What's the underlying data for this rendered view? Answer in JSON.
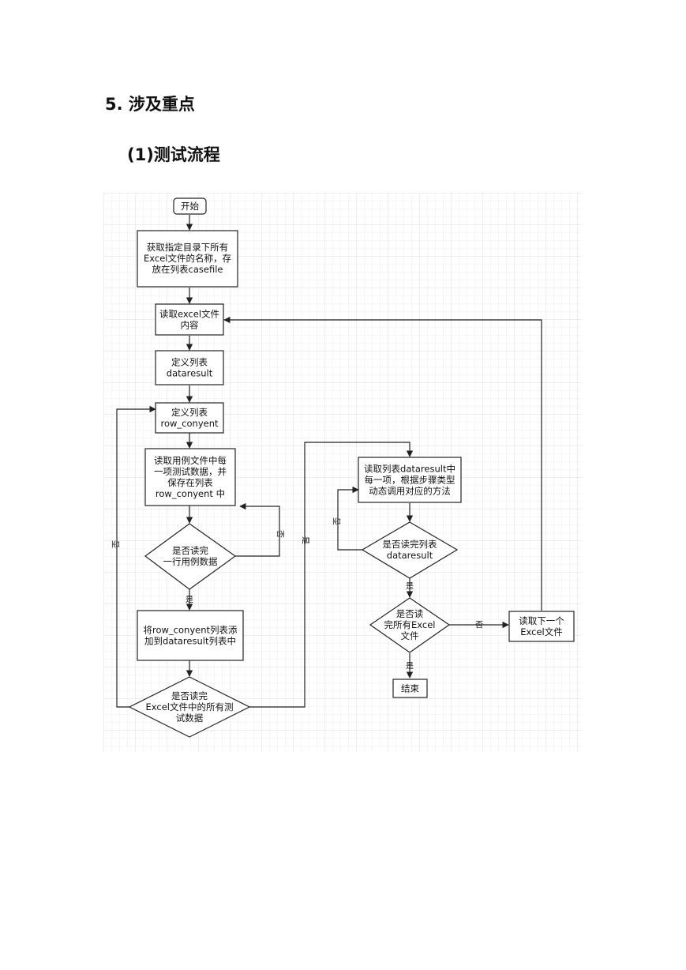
{
  "heading": {
    "section": "5. 涉及重点",
    "subsection": "(1)测试流程"
  },
  "flowchart": {
    "nodes": {
      "start": [
        "开始"
      ],
      "get_files": [
        "获取指定目录下所有",
        "Excel文件的名称，存",
        "放在列表casefile"
      ],
      "read_excel": [
        "读取excel文件",
        "内容"
      ],
      "def_dataresult": [
        "定义列表",
        "dataresult"
      ],
      "def_row": [
        "定义列表",
        "row_conyent"
      ],
      "read_case": [
        "读取用例文件中每",
        "一项测试数据，并",
        "保存在列表",
        "row_conyent 中"
      ],
      "row_done": [
        "是否读完",
        "一行用例数据"
      ],
      "append": [
        "将row_conyent列表添",
        "加到dataresult列表中"
      ],
      "excel_done": [
        "是否读完",
        "Excel文件中的所有测",
        "试数据"
      ],
      "read_item": [
        "读取列表dataresult中",
        "每一项，根据步骤类型",
        "动态调用对应的方法"
      ],
      "list_done": [
        "是否读完列表",
        "dataresult"
      ],
      "all_done": [
        "是否读",
        "完所有Excel",
        "文件"
      ],
      "next_file": [
        "读取下一个",
        "Excel文件"
      ],
      "end": [
        "结束"
      ]
    },
    "edge_labels": {
      "row_no": "否",
      "row_yes": "是",
      "excel_no": "否",
      "excel_yes": "是",
      "list_no": "否",
      "list_yes": "是",
      "all_no": "否",
      "all_yes": "是"
    }
  }
}
